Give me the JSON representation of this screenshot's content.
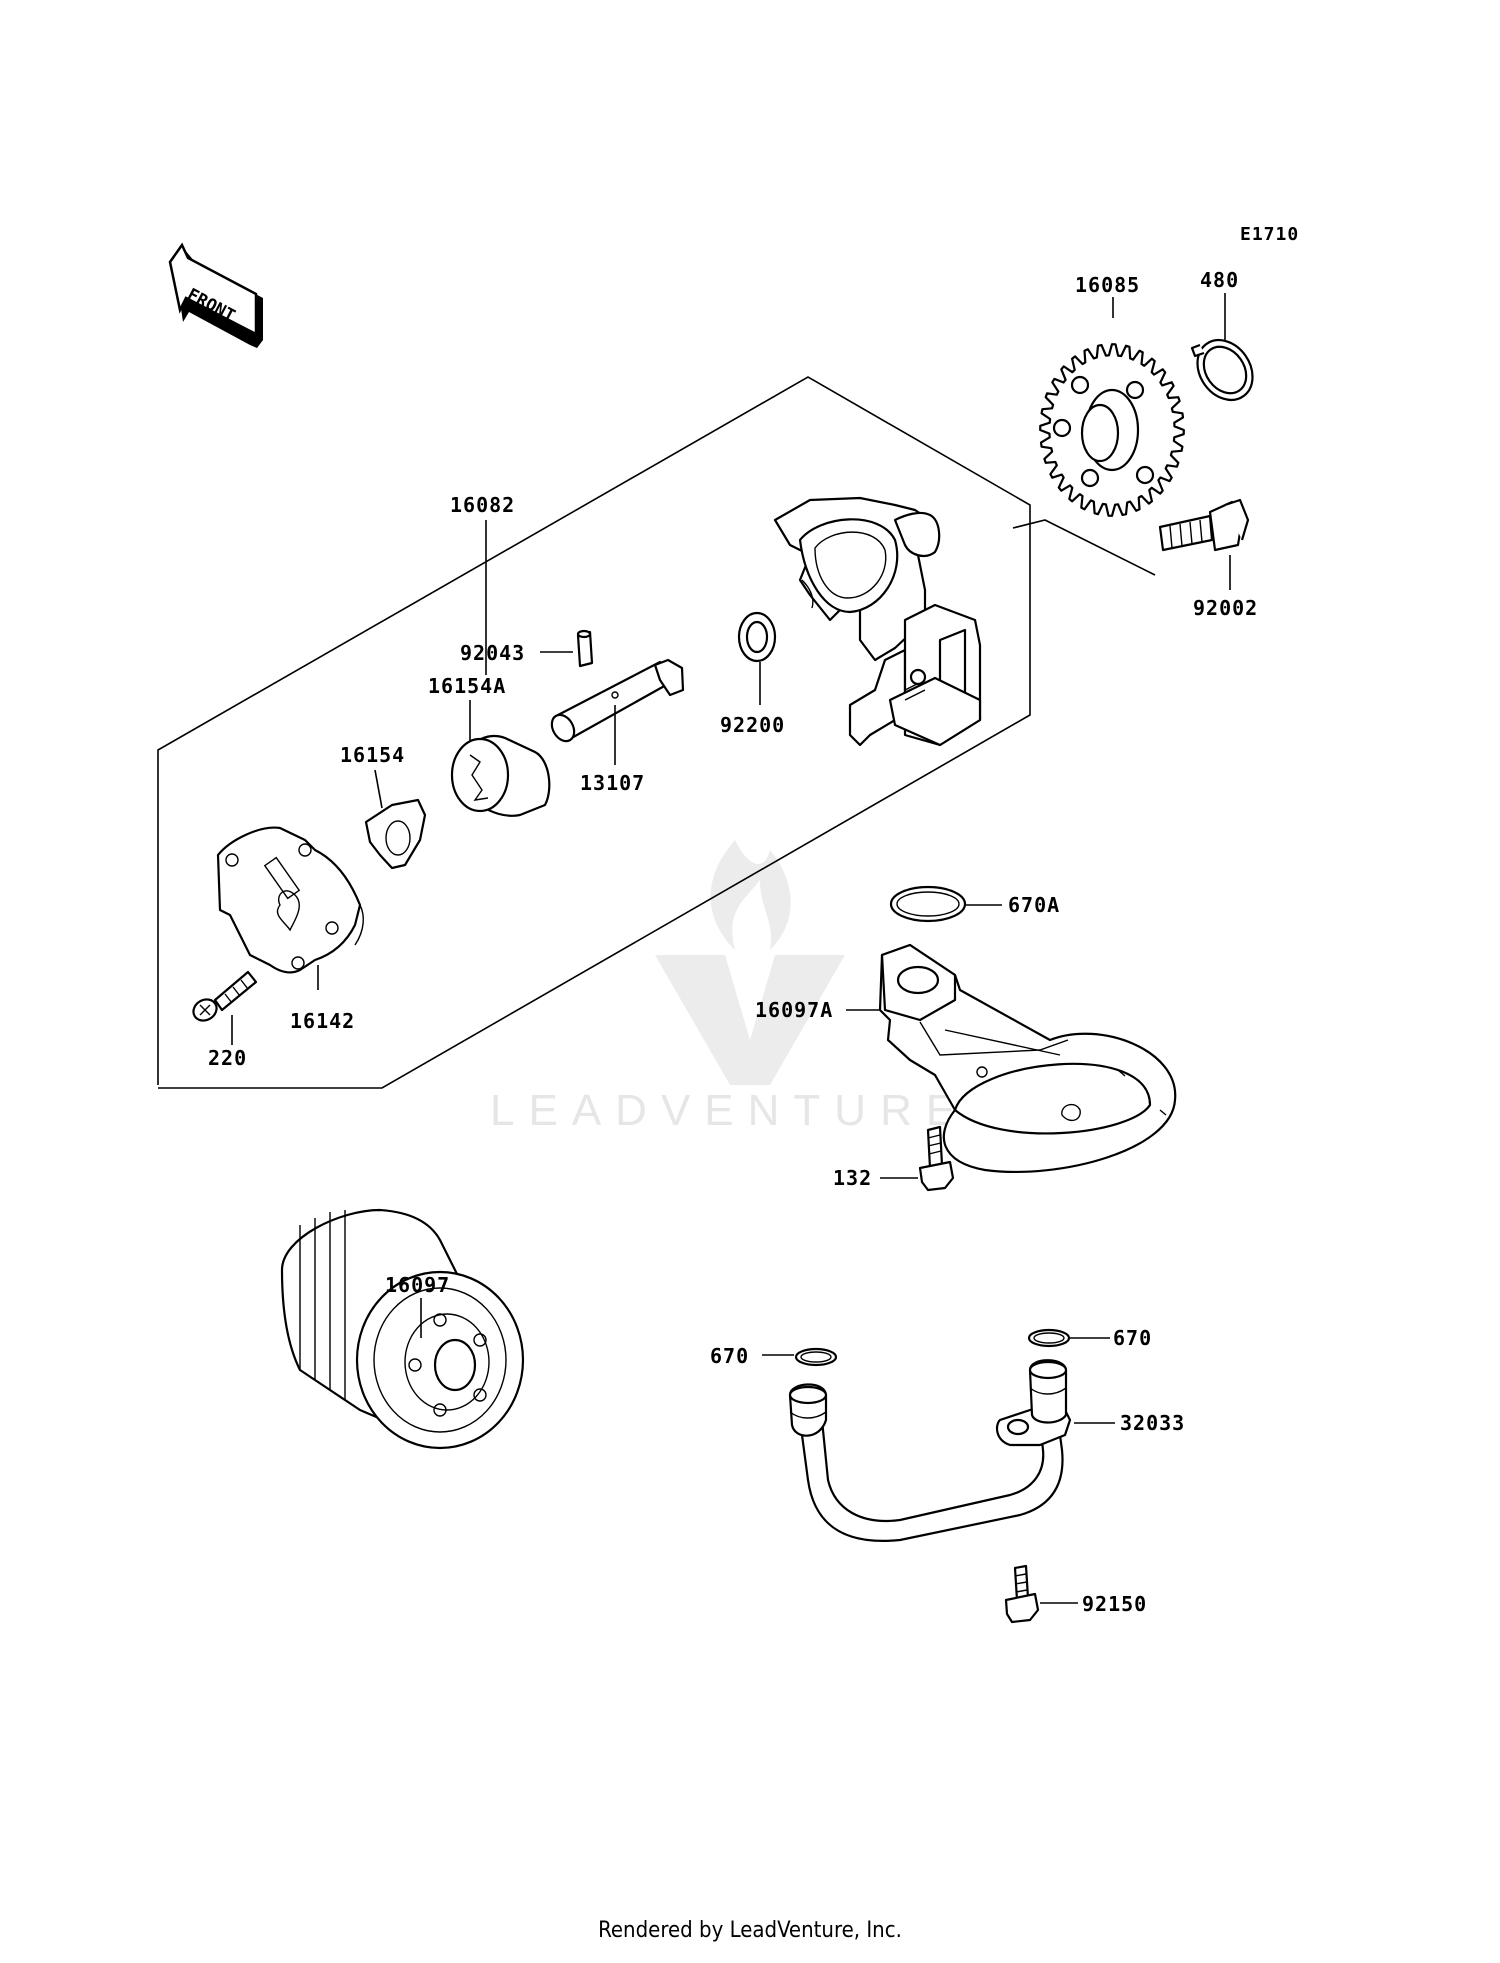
{
  "diagram_code": "E1710",
  "front_label": "FRONT",
  "watermark": "LEADVENTURE",
  "footer": "Rendered by LeadVenture, Inc.",
  "parts": {
    "p16082": "16082",
    "p16085": "16085",
    "p480": "480",
    "p92002": "92002",
    "p92043": "92043",
    "p16154A": "16154A",
    "p16154": "16154",
    "p13107": "13107",
    "p92200": "92200",
    "p16142": "16142",
    "p220": "220",
    "p670A": "670A",
    "p16097A": "16097A",
    "p132": "132",
    "p16097": "16097",
    "p670_left": "670",
    "p670_right": "670",
    "p32033": "32033",
    "p92150": "92150"
  }
}
